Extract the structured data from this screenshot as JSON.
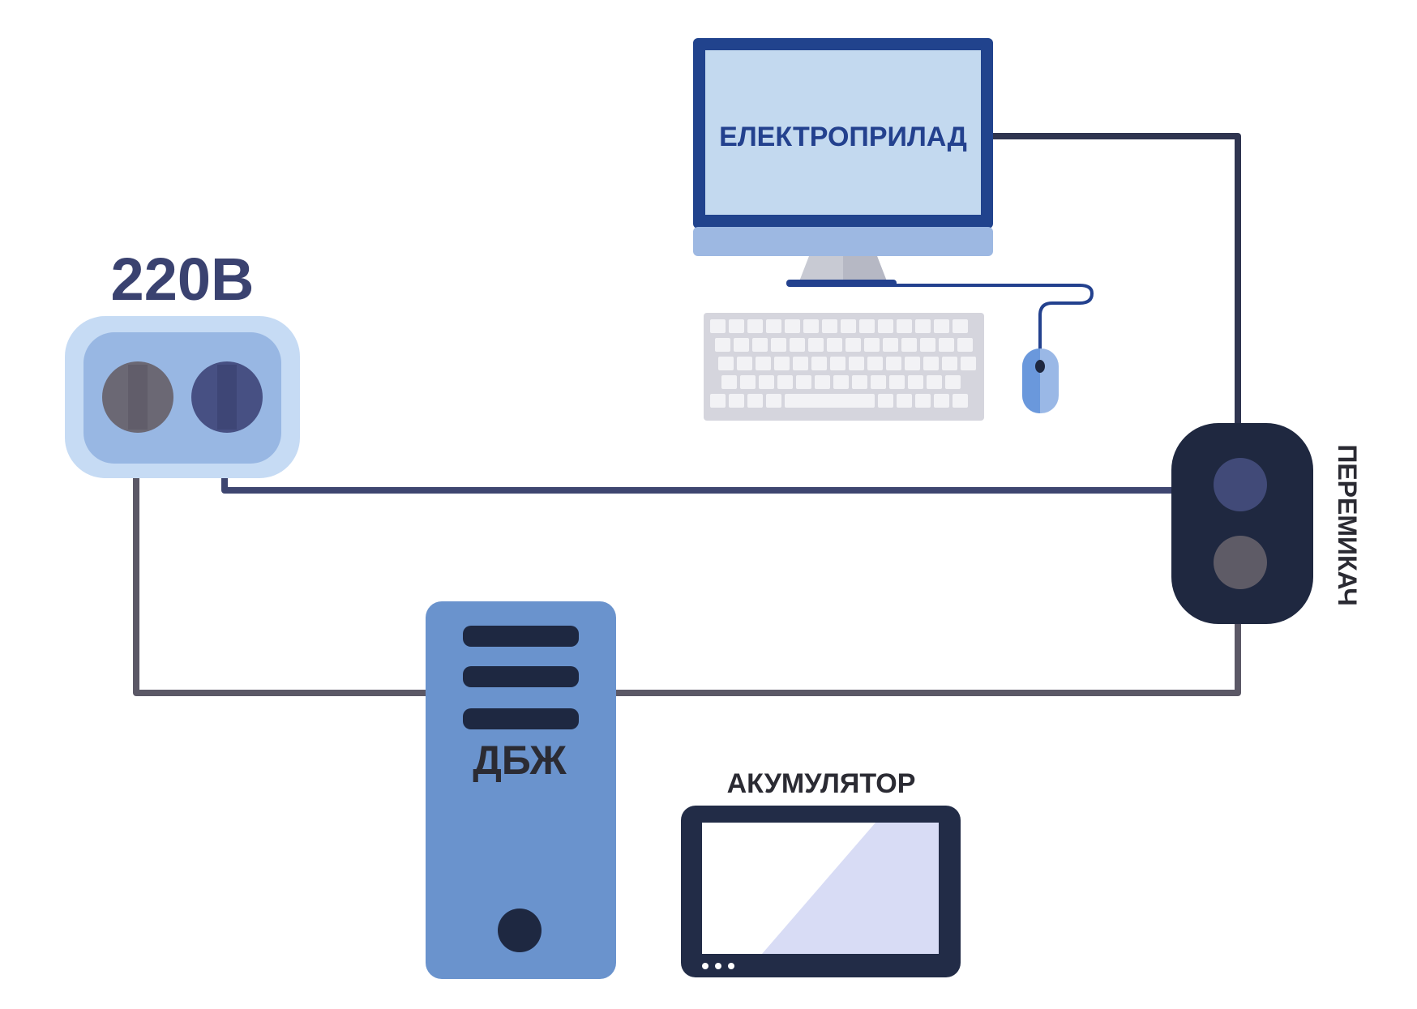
{
  "labels": {
    "voltage": "220В",
    "device": "ЕЛЕКТРОПРИЛАД",
    "switch": "ПЕРЕМИКАЧ",
    "ups": "ДБЖ",
    "battery": "АКУМУЛЯТОР"
  },
  "colors": {
    "background": "#ffffff",
    "cable_blue": "#3e4670",
    "cable_gray": "#5b5866",
    "cable_dark": "#2f3550",
    "monitor_frame": "#21438d",
    "monitor_screen": "#c3d9ef",
    "monitor_chin": "#9db8e2",
    "monitor_stand": "#c8cad3",
    "socket_outer": "#c6dbf4",
    "socket_inner": "#98b7e3",
    "socket_hole_left": "#6b6874",
    "socket_hole_right": "#475083",
    "switch_body": "#1f2840",
    "switch_led_top": "#414a78",
    "switch_led_bottom": "#5e5b66",
    "ups_body": "#6a93cd",
    "ups_slot": "#1e2841",
    "battery_frame": "#222c47",
    "battery_fill": "#d8dcf5",
    "keyboard_base": "#d5d5dd",
    "keyboard_key": "#f2f2f5",
    "mouse_body": "#9ab8e6",
    "mouse_shade": "#6a98dc",
    "text_dark": "#2b2b33",
    "text_navy": "#3a4270",
    "text_monitor": "#23418e"
  }
}
